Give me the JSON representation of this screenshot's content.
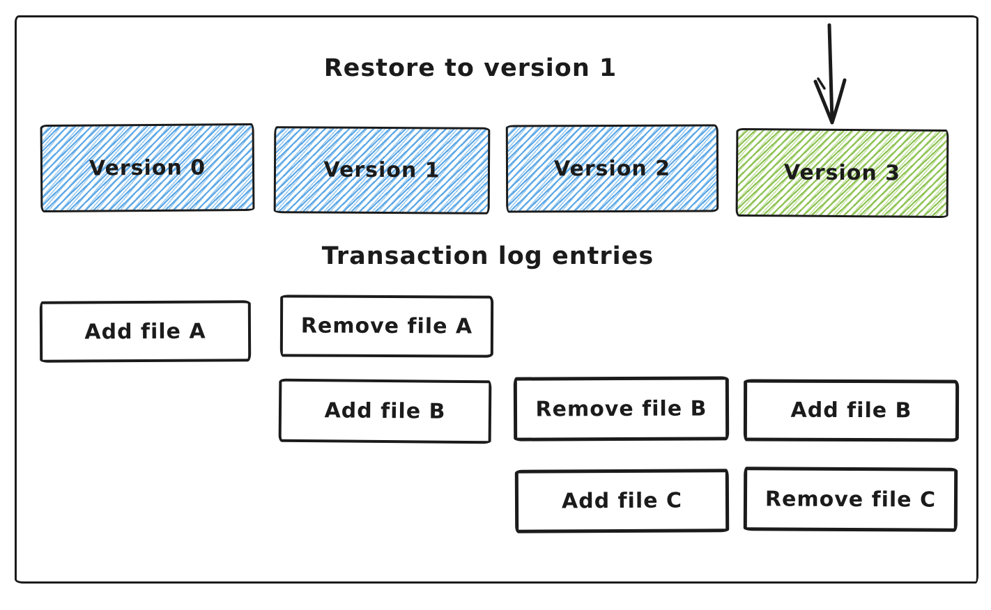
{
  "canvas": {
    "title": "Restore to version 1",
    "log_title": "Transaction log entries"
  },
  "versions": [
    {
      "label": "Version 0",
      "fill": "blue"
    },
    {
      "label": "Version 1",
      "fill": "blue"
    },
    {
      "label": "Version 2",
      "fill": "blue"
    },
    {
      "label": "Version 3",
      "fill": "green"
    }
  ],
  "arrow": {
    "icon": "down-arrow-icon",
    "points_to": "Version 3"
  },
  "log_entries": [
    {
      "label": "Add file A"
    },
    {
      "label": "Remove file A"
    },
    {
      "label": "Add file B"
    },
    {
      "label": "Remove file B"
    },
    {
      "label": "Add file B"
    },
    {
      "label": "Add file C"
    },
    {
      "label": "Remove file C"
    }
  ],
  "colors": {
    "stroke": "#1b1b1b",
    "background": "#ffffff",
    "blue_hatch": "#5ba7e6",
    "blue_hatch_light": "#9ccbf0",
    "green_hatch": "#8cc152",
    "green_hatch_light": "#c4e3a0"
  }
}
